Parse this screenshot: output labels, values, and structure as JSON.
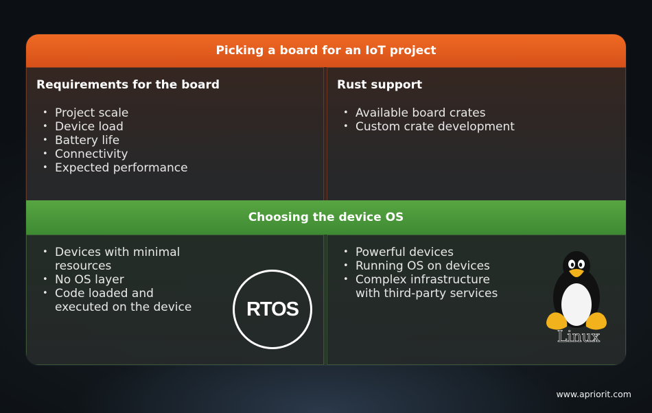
{
  "board_section": {
    "header": "Picking a board for an IoT project",
    "requirements": {
      "title": "Requirements for the board",
      "items": [
        "Project scale",
        "Device load",
        "Battery life",
        "Connectivity",
        "Expected performance"
      ]
    },
    "rust_support": {
      "title": "Rust support",
      "items": [
        "Available board crates",
        "Custom crate development"
      ]
    }
  },
  "os_section": {
    "header": "Choosing the device OS",
    "rtos": {
      "items": [
        "Devices with minimal resources",
        "No OS layer",
        "Code loaded and executed on the device"
      ],
      "badge": "RTOS"
    },
    "linux": {
      "items": [
        "Powerful devices",
        "Running OS on devices",
        "Complex infrastructure with third-party services"
      ],
      "logo_text": "Linux",
      "logo_icon": "tux-penguin-icon"
    }
  },
  "colors": {
    "orange_header": "#e05a1e",
    "green_header": "#4c9a3c"
  },
  "footer": {
    "url": "www.apriorit.com"
  }
}
